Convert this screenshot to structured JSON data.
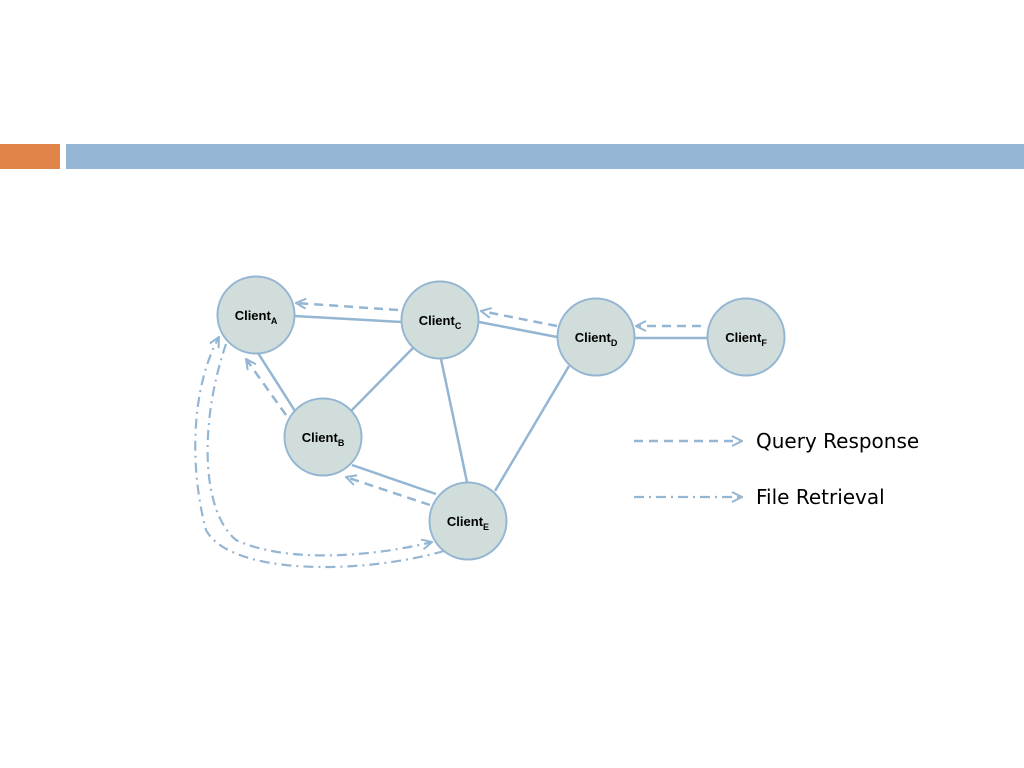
{
  "slide": {
    "accent_color": "#E0844A",
    "bar_color": "#94B6D2"
  },
  "diagram": {
    "node_fill": "#D0DDDB",
    "node_stroke": "#94B6D2",
    "edge_color": "#94B6D2",
    "nodes": [
      {
        "id": "A",
        "name": "Client",
        "sub": "A"
      },
      {
        "id": "B",
        "name": "Client",
        "sub": "B"
      },
      {
        "id": "C",
        "name": "Client",
        "sub": "C"
      },
      {
        "id": "D",
        "name": "Client",
        "sub": "D"
      },
      {
        "id": "E",
        "name": "Client",
        "sub": "E"
      },
      {
        "id": "F",
        "name": "Client",
        "sub": "F"
      }
    ],
    "edges": [
      [
        "A",
        "C"
      ],
      [
        "A",
        "B"
      ],
      [
        "B",
        "C"
      ],
      [
        "C",
        "D"
      ],
      [
        "C",
        "E"
      ],
      [
        "B",
        "E"
      ],
      [
        "D",
        "E"
      ],
      [
        "D",
        "F"
      ]
    ],
    "query_responses": [
      {
        "from": "F",
        "to": "D"
      },
      {
        "from": "D",
        "to": "C"
      },
      {
        "from": "C",
        "to": "A"
      },
      {
        "from": "E",
        "to": "B"
      },
      {
        "from": "B",
        "to": "A"
      }
    ],
    "file_retrievals": [
      {
        "from": "E",
        "to": "A"
      },
      {
        "from": "A",
        "to": "E"
      }
    ],
    "legend": {
      "query_response": "Query Response",
      "file_retrieval": "File Retrieval"
    }
  }
}
